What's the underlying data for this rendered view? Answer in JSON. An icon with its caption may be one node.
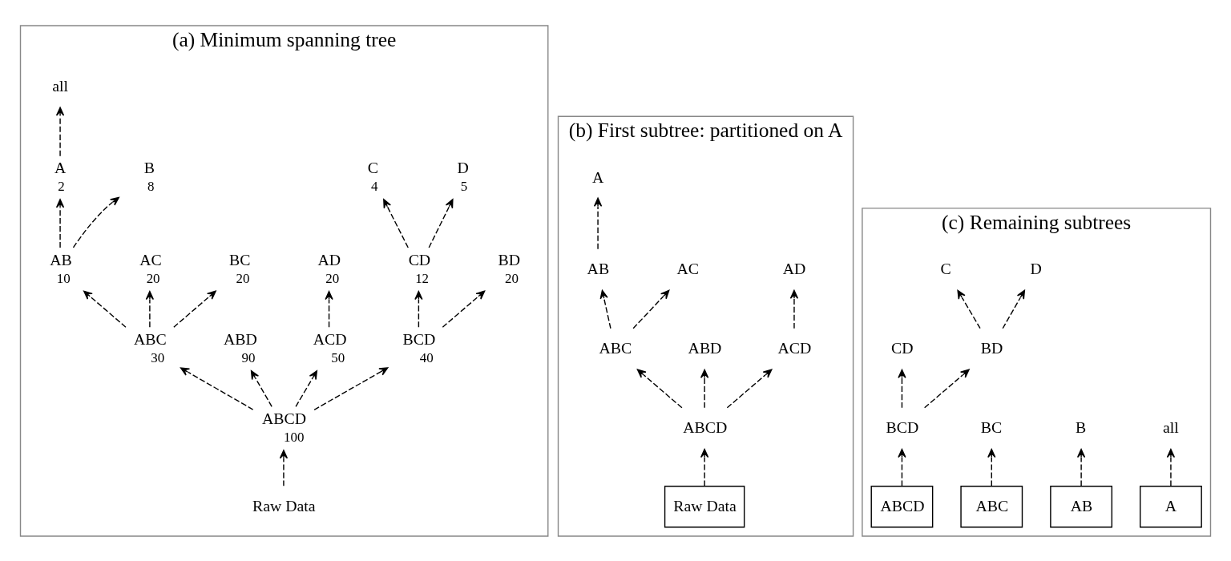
{
  "diagram": {
    "nodes": [
      {
        "text": [
          "(a) Minimum spanning tree"
        ]
      },
      {
        "text": [
          "all"
        ],
        "in": 0
      },
      {
        "text": [
          "A"
        ],
        "beside": [
          "2"
        ],
        "in": 0
      },
      {
        "text": [
          "B"
        ],
        "beside": [
          "8"
        ],
        "in": 0
      },
      {
        "text": [
          "C"
        ],
        "beside": [
          "4"
        ],
        "in": 0
      },
      {
        "text": [
          "D"
        ],
        "beside": [
          "5"
        ],
        "in": 0
      },
      {
        "text": [
          "AB"
        ],
        "beside": [
          "10"
        ],
        "in": 0
      },
      {
        "text": [
          "AC"
        ],
        "beside": [
          "20"
        ],
        "in": 0
      },
      {
        "text": [
          "BC"
        ],
        "beside": [
          "20"
        ],
        "in": 0
      },
      {
        "text": [
          "AD"
        ],
        "beside": [
          "20"
        ],
        "in": 0
      },
      {
        "text": [
          "CD"
        ],
        "beside": [
          "12"
        ],
        "in": 0
      },
      {
        "text": [
          "BD"
        ],
        "beside": [
          "20"
        ],
        "in": 0
      },
      {
        "text": [
          "ABC"
        ],
        "beside": [
          "30"
        ],
        "in": 0
      },
      {
        "text": [
          "ABD"
        ],
        "beside": [
          "90"
        ],
        "in": 0
      },
      {
        "text": [
          "ACD"
        ],
        "beside": [
          "50"
        ],
        "in": 0
      },
      {
        "text": [
          "BCD"
        ],
        "beside": [
          "40"
        ],
        "in": 0
      },
      {
        "text": [
          "ABCD"
        ],
        "beside": [
          "100"
        ],
        "in": 0
      },
      {
        "text": [
          "Raw Data"
        ],
        "in": 0
      },
      {
        "text": [
          "(b) First subtree: partitioned on A"
        ]
      },
      {
        "text": [
          "A"
        ],
        "in": 18
      },
      {
        "text": [
          "AB"
        ],
        "in": 18
      },
      {
        "text": [
          "AC"
        ],
        "in": 18
      },
      {
        "text": [
          "AD"
        ],
        "in": 18
      },
      {
        "text": [
          "ABC"
        ],
        "in": 18
      },
      {
        "text": [
          "ABD"
        ],
        "in": 18
      },
      {
        "text": [
          "ACD"
        ],
        "in": 18
      },
      {
        "text": [
          "ABCD"
        ],
        "in": 18
      },
      {
        "text": [
          "Raw Data"
        ],
        "in": 18
      },
      {
        "text": [
          "(c) Remaining subtrees"
        ]
      },
      {
        "text": [
          "all"
        ],
        "in": 28
      },
      {
        "text": [
          "A"
        ],
        "in": 28
      },
      {
        "text": [
          "B"
        ],
        "in": 28
      },
      {
        "text": [
          "AB"
        ],
        "in": 28
      },
      {
        "text": [
          "BC"
        ],
        "in": 28
      },
      {
        "text": [
          "ABC"
        ],
        "in": 28
      },
      {
        "text": [
          "C"
        ],
        "in": 28
      },
      {
        "text": [
          "D"
        ],
        "in": 28
      },
      {
        "text": [
          "CD"
        ],
        "in": 28
      },
      {
        "text": [
          "BD"
        ],
        "in": 28
      },
      {
        "text": [
          "BCD"
        ],
        "in": 28
      },
      {
        "text": [
          "ABCD"
        ],
        "in": 28
      }
    ],
    "edges": [
      {
        "from": 2,
        "to": 1,
        "arrow": "to",
        "style": "dashed"
      },
      {
        "from": 6,
        "to": 2,
        "arrow": "to",
        "style": "dashed"
      },
      {
        "from": 6,
        "to": 3,
        "arrow": "to",
        "style": "dashed"
      },
      {
        "from": 10,
        "to": 4,
        "arrow": "to",
        "style": "dashed"
      },
      {
        "from": 10,
        "to": 5,
        "arrow": "to",
        "style": "dashed"
      },
      {
        "from": 12,
        "to": 6,
        "arrow": "to",
        "style": "dashed"
      },
      {
        "from": 12,
        "to": 7,
        "arrow": "to",
        "style": "dashed"
      },
      {
        "from": 12,
        "to": 8,
        "arrow": "to",
        "style": "dashed"
      },
      {
        "from": 14,
        "to": 9,
        "arrow": "to",
        "style": "dashed"
      },
      {
        "from": 15,
        "to": 10,
        "arrow": "to",
        "style": "dashed"
      },
      {
        "from": 15,
        "to": 11,
        "arrow": "to",
        "style": "dashed"
      },
      {
        "from": 16,
        "to": 12,
        "arrow": "to",
        "style": "dashed"
      },
      {
        "from": 16,
        "to": 13,
        "arrow": "to",
        "style": "dashed"
      },
      {
        "from": 16,
        "to": 14,
        "arrow": "to",
        "style": "dashed"
      },
      {
        "from": 16,
        "to": 15,
        "arrow": "to",
        "style": "dashed"
      },
      {
        "from": 17,
        "to": 16,
        "arrow": "to",
        "style": "dashed"
      },
      {
        "from": 20,
        "to": 19,
        "arrow": "to",
        "style": "dashed"
      },
      {
        "from": 23,
        "to": 20,
        "arrow": "to",
        "style": "dashed"
      },
      {
        "from": 23,
        "to": 21,
        "arrow": "to",
        "style": "dashed"
      },
      {
        "from": 25,
        "to": 22,
        "arrow": "to",
        "style": "dashed"
      },
      {
        "from": 26,
        "to": 23,
        "arrow": "to",
        "style": "dashed"
      },
      {
        "from": 26,
        "to": 24,
        "arrow": "to",
        "style": "dashed"
      },
      {
        "from": 26,
        "to": 25,
        "arrow": "to",
        "style": "dashed"
      },
      {
        "from": 27,
        "to": 26,
        "arrow": "to",
        "style": "dashed"
      },
      {
        "from": 30,
        "to": 29,
        "arrow": "to",
        "style": "dashed"
      },
      {
        "from": 32,
        "to": 31,
        "arrow": "to",
        "style": "dashed"
      },
      {
        "from": 34,
        "to": 33,
        "arrow": "to",
        "style": "dashed"
      },
      {
        "from": 38,
        "to": 35,
        "arrow": "to",
        "style": "dashed"
      },
      {
        "from": 38,
        "to": 36,
        "arrow": "to",
        "style": "dashed"
      },
      {
        "from": 39,
        "to": 37,
        "arrow": "to",
        "style": "dashed"
      },
      {
        "from": 39,
        "to": 38,
        "arrow": "to",
        "style": "dashed"
      },
      {
        "from": 40,
        "to": 39,
        "arrow": "to",
        "style": "dashed"
      }
    ]
  }
}
